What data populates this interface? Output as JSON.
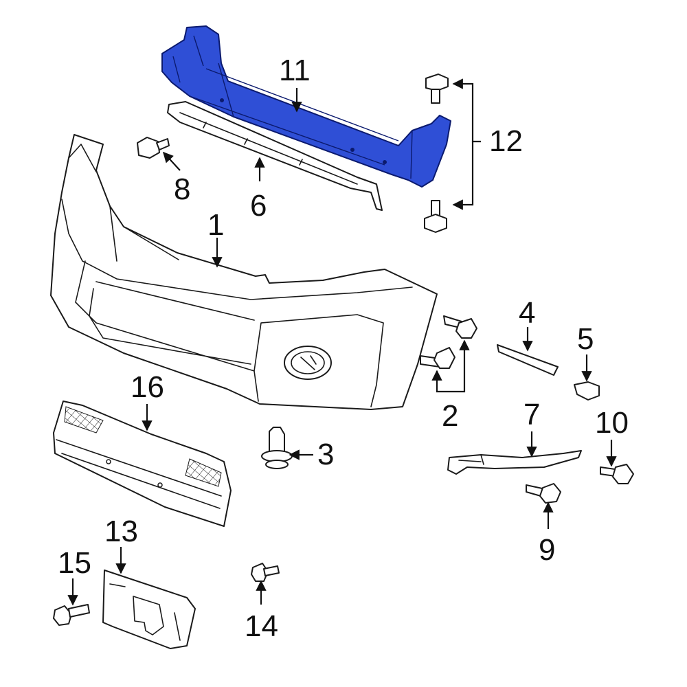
{
  "highlight_color": "#2f4fd6",
  "callouts": {
    "c1": "1",
    "c2": "2",
    "c3": "3",
    "c4": "4",
    "c5": "5",
    "c6": "6",
    "c7": "7",
    "c8": "8",
    "c9": "9",
    "c10": "10",
    "c11": "11",
    "c12": "12",
    "c13": "13",
    "c14": "14",
    "c15": "15",
    "c16": "16"
  }
}
